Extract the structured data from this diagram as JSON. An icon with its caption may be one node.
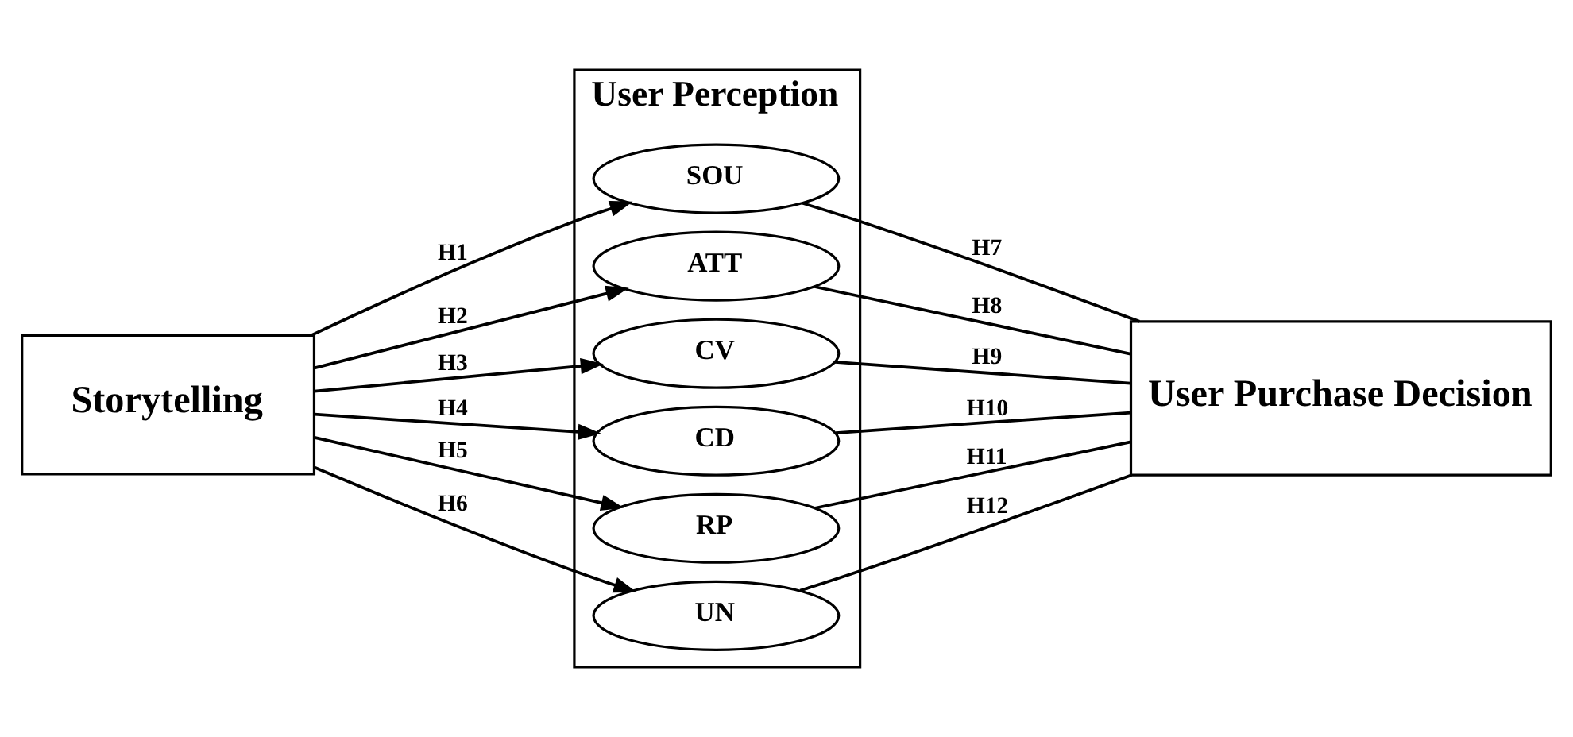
{
  "diagram": {
    "nodes": [
      {
        "text": [
          "Storytelling"
        ]
      },
      {
        "text": [
          "User Perception"
        ]
      },
      {
        "text": [
          "SOU"
        ],
        "in": 1
      },
      {
        "text": [
          "ATT"
        ],
        "in": 1
      },
      {
        "text": [
          "CV"
        ],
        "in": 1
      },
      {
        "text": [
          "CD"
        ],
        "in": 1
      },
      {
        "text": [
          "RP"
        ],
        "in": 1
      },
      {
        "text": [
          "UN"
        ],
        "in": 1
      },
      {
        "text": [
          "User Purchase Decision"
        ]
      }
    ],
    "edges": [
      {
        "from": 0,
        "to": 2,
        "arrow": "to",
        "label": "H1"
      },
      {
        "from": 0,
        "to": 3,
        "arrow": "to",
        "label": "H2"
      },
      {
        "from": 0,
        "to": 4,
        "arrow": "to",
        "label": "H3"
      },
      {
        "from": 0,
        "to": 5,
        "arrow": "to",
        "label": "H4"
      },
      {
        "from": 0,
        "to": 6,
        "arrow": "to",
        "label": "H5"
      },
      {
        "from": 0,
        "to": 7,
        "arrow": "to",
        "label": "H6"
      },
      {
        "from": 2,
        "to": 8,
        "arrow": "none",
        "label": "H7"
      },
      {
        "from": 3,
        "to": 8,
        "arrow": "none",
        "label": "H8"
      },
      {
        "from": 4,
        "to": 8,
        "arrow": "none",
        "label": "H9"
      },
      {
        "from": 5,
        "to": 8,
        "arrow": "none",
        "label": "H10"
      },
      {
        "from": 6,
        "to": 8,
        "arrow": "none",
        "label": "H11"
      },
      {
        "from": 7,
        "to": 8,
        "arrow": "none",
        "label": "H12"
      }
    ]
  }
}
